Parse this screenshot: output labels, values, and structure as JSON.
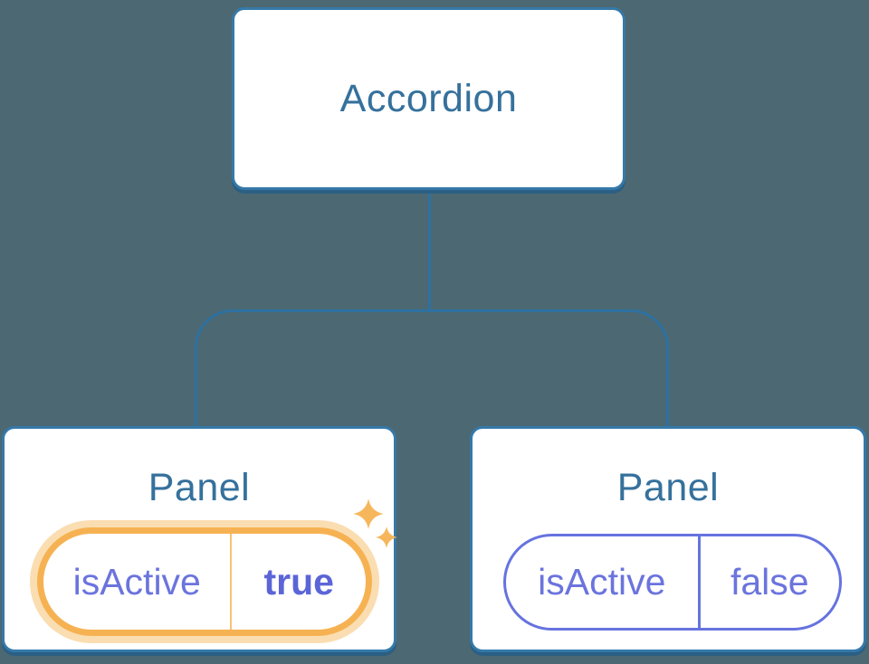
{
  "diagram": {
    "root": {
      "label": "Accordion"
    },
    "panels": [
      {
        "title": "Panel",
        "prop_name": "isActive",
        "prop_value": "true",
        "state": "active"
      },
      {
        "title": "Panel",
        "prop_name": "isActive",
        "prop_value": "false",
        "state": "inactive"
      }
    ]
  },
  "icons": {
    "sparkle": "sparkle-icon"
  },
  "colors": {
    "background": "#4C6872",
    "connector_line": "#2D71A1",
    "node_border": "#3579A9",
    "node_shadow": "#2B5F84",
    "node_background": "#FFFFFF",
    "node_title_text": "#35719C",
    "prop_text": "#6B74DD",
    "prop_value_active_text": "#5B65D7",
    "active_pill_border": "#F6B252",
    "active_pill_divider": "#F8C178",
    "active_pill_glow": "#FADEB2",
    "inactive_pill_border": "#6673DF",
    "sparkle": "#F6B75C"
  }
}
